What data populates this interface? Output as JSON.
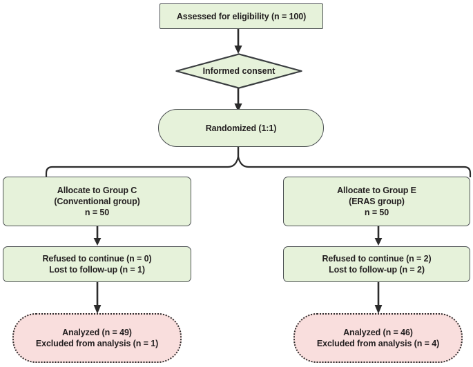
{
  "diagram": {
    "title": "CONSORT participant flow diagram",
    "colors": {
      "green_fill": "#e6f2da",
      "pink_fill": "#f9dedd",
      "stroke": "#2b2b2b",
      "box_border": "#4b4f52",
      "text": "#231f20"
    },
    "nodes": {
      "assessed": {
        "label": "Assessed for eligibility (n = 100)",
        "shape": "rectangle",
        "fill": "green"
      },
      "consent": {
        "label": "Informed consent",
        "shape": "diamond",
        "fill": "green"
      },
      "randomized": {
        "label": "Randomized (1:1)",
        "shape": "stadium",
        "fill": "green"
      },
      "allocate_c": {
        "label": "Allocate to Group C\n(Conventional group)\nn = 50",
        "shape": "rounded-rectangle",
        "fill": "green"
      },
      "allocate_e": {
        "label": "Allocate to Group E\n(ERAS group)\nn = 50",
        "shape": "rounded-rectangle",
        "fill": "green"
      },
      "attrition_c": {
        "label": "Refused to continue (n = 0)\nLost to follow-up (n = 1)",
        "shape": "rounded-rectangle",
        "fill": "green"
      },
      "attrition_e": {
        "label": "Refused to continue (n = 2)\nLost to follow-up (n = 2)",
        "shape": "rounded-rectangle",
        "fill": "green"
      },
      "analyzed_c": {
        "label": "Analyzed (n = 49)\nExcluded from analysis (n = 1)",
        "shape": "stadium-dotted",
        "fill": "pink"
      },
      "analyzed_e": {
        "label": "Analyzed (n = 46)\nExcluded from analysis (n = 4)",
        "shape": "stadium-dotted",
        "fill": "pink"
      }
    }
  }
}
